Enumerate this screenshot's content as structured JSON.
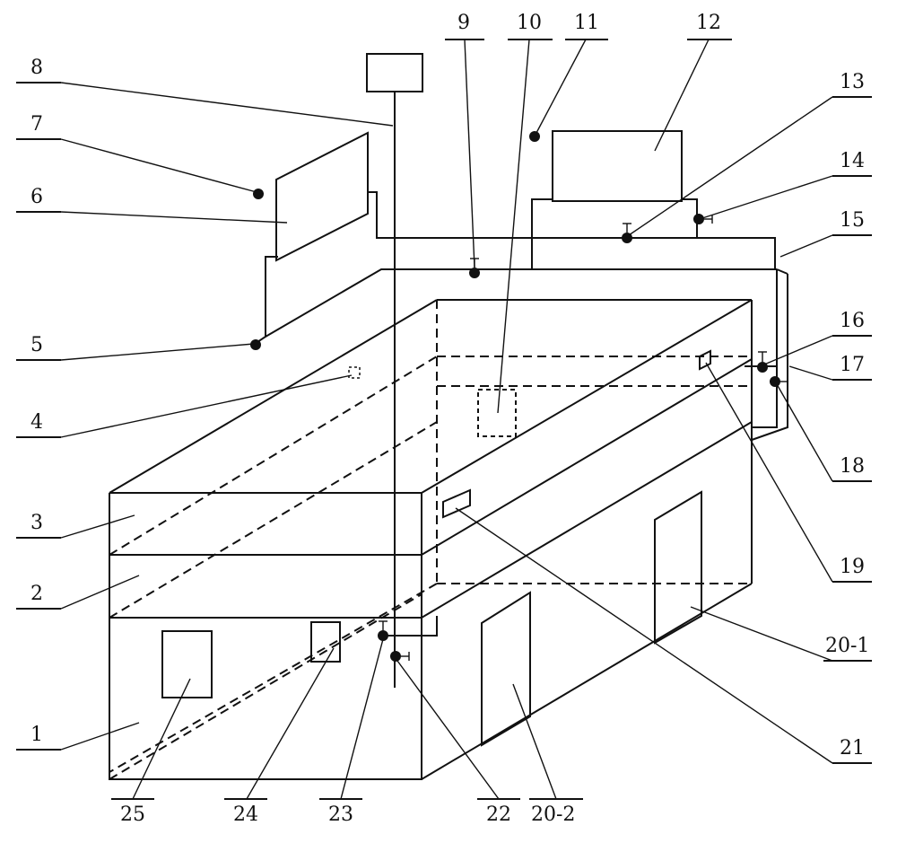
{
  "labels": {
    "l1": "1",
    "l2": "2",
    "l3": "3",
    "l4": "4",
    "l5": "5",
    "l6": "6",
    "l7": "7",
    "l8": "8",
    "l9": "9",
    "l10": "10",
    "l11": "11",
    "l12": "12",
    "l13": "13",
    "l14": "14",
    "l15": "15",
    "l16": "16",
    "l17": "17",
    "l18": "18",
    "l19": "19",
    "l20_1": "20-1",
    "l20_2": "20-2",
    "l21": "21",
    "l22": "22",
    "l23": "23",
    "l24": "24",
    "l25": "25"
  }
}
